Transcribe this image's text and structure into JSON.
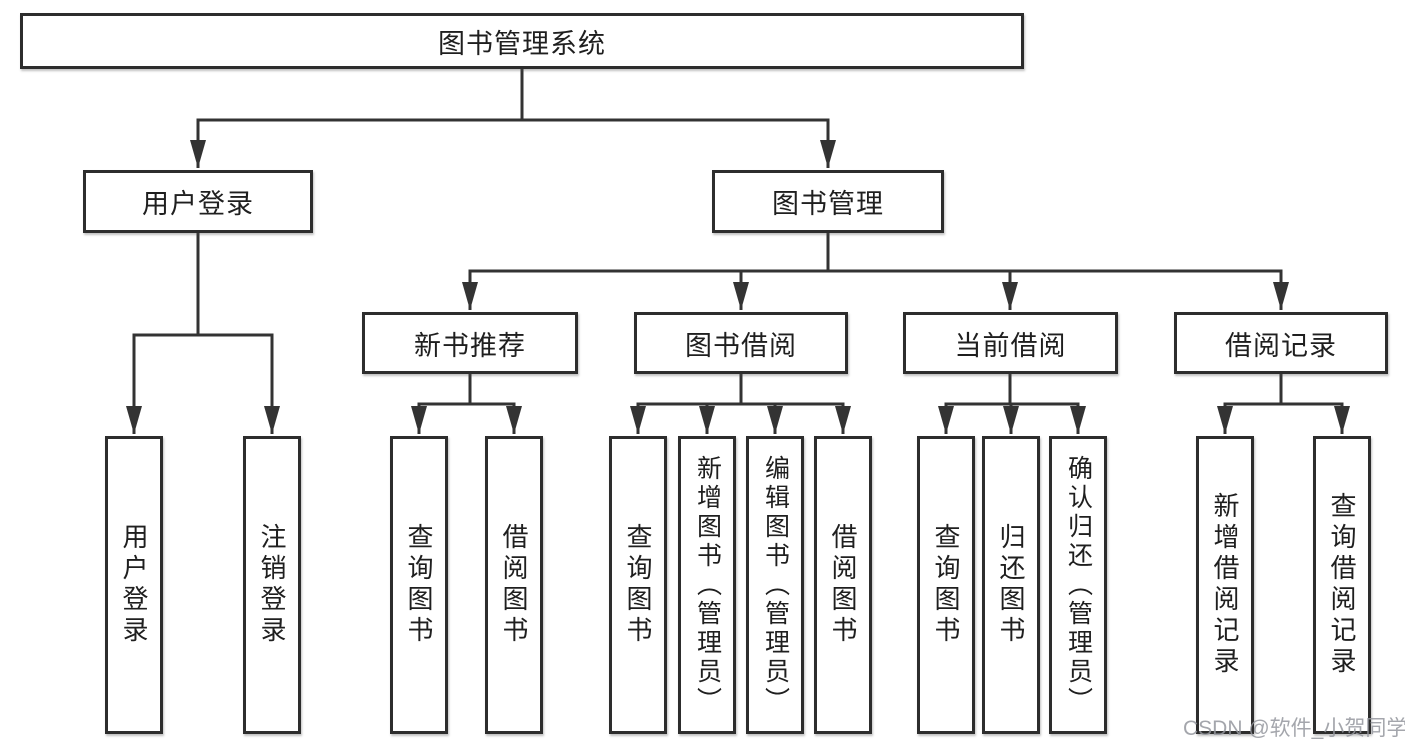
{
  "page": {
    "background_color": "#ffffff",
    "line_color": "#333333",
    "node_border_color": "#2d2d2d",
    "text_color": "#1f1f1f",
    "watermark_color": "#9a9a9e"
  },
  "tree": {
    "root": {
      "label": "图书管理系统"
    },
    "level2": [
      {
        "id": "user_login",
        "label": "用户登录"
      },
      {
        "id": "book_management",
        "label": "图书管理"
      }
    ],
    "level3": [
      {
        "id": "new_book_recommend",
        "label": "新书推荐"
      },
      {
        "id": "book_borrowing",
        "label": "图书借阅"
      },
      {
        "id": "current_borrowing",
        "label": "当前借阅"
      },
      {
        "id": "borrowing_records",
        "label": "借阅记录"
      }
    ],
    "leaves": {
      "user_login": [
        "用户登录",
        "注销登录"
      ],
      "new_book_recommend": [
        "查询图书",
        "借阅图书"
      ],
      "book_borrowing": [
        "查询图书",
        "新增图书（管理员）",
        "编辑图书（管理员）",
        "借阅图书"
      ],
      "current_borrowing": [
        "查询图书",
        "归还图书",
        "确认归还（管理员）"
      ],
      "borrowing_records": [
        "新增借阅记录",
        "查询借阅记录"
      ]
    }
  },
  "watermark": "CSDN @软件_小贺同学"
}
